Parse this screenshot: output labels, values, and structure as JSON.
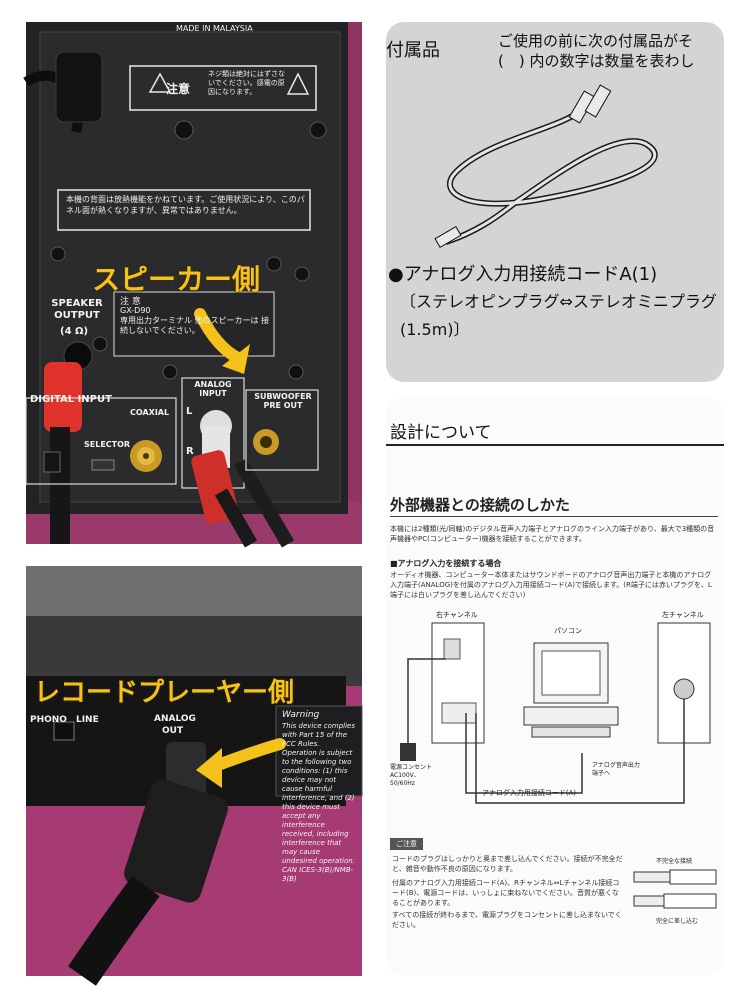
{
  "photo_speaker": {
    "made_in": "MADE IN MALAYSIA",
    "caution_label": "注意",
    "caution_text": "ネジ類は絶対にはずさないでください。感電の原因になります。",
    "heat_notice": "本機の背面は放熱機能をかねています。ご使用状況により、このパネル面が熱くなりますが、異常ではありません。",
    "overlay_label": "スピーカー側",
    "speaker_output": "SPEAKER OUTPUT",
    "impedance": "(4 Ω)",
    "notice_title": "注 意",
    "notice_model": "GX-D90",
    "notice_text": "専用出力ターミナル 他のスピーカーは 接続しないでください。",
    "digital_input": "DIGITAL INPUT",
    "coaxial": "COAXIAL",
    "selector": "SELECTOR",
    "analog_input": "ANALOG INPUT",
    "ch_left": "L",
    "ch_right": "R",
    "subwoofer": "SUBWOOFER PRE OUT"
  },
  "manual_accessories": {
    "heading_cut": "付属品",
    "intro_line1": "ご使用の前に次の付属品がそ",
    "intro_line2": "(　) 内の数字は数量を表わし",
    "item_name": "●アナログ入力用接続コードA(1)",
    "item_detail": "〔ステレオピンプラグ⇔ステレオミニプラグ",
    "item_length": "(1.5m)〕"
  },
  "manual_page": {
    "cut_heading": "設計について",
    "title": "外部機器との接続のしかた",
    "intro": "本機には2種類(光/同軸)のデジタル音声入力端子とアナログのライン入力端子があり、最大で3種類の音声機器やPC(コンピューター)機器を接続することができます。",
    "subheading": "■アナログ入力を接続する場合",
    "sub_text": "オーディオ機器、コンピューター本体またはサウンドボードのアナログ音声出力端子と本機のアナログ入力端子(ANALOG)を付属のアナログ入力用接続コード(A)で接続します。(R端子には赤いプラグを、L端子には白いプラグを差し込んでください)",
    "right_channel": "右チャンネル",
    "pc_label": "パソコン",
    "left_channel": "左チャンネル",
    "audio_out": "アナログ音声出力端子へ",
    "outlet": "電源コンセント AC100V、50/60Hz",
    "cord_label": "アナログ入力用接続コード(A)",
    "caution_title": "ご注意",
    "notes": [
      "コードのプラグはしっかりと奥まで差し込んでください。接続が不完全だと、雑音や動作不良の原因になります。",
      "付属のアナログ入力用接続コード(A)、Rチャンネル⇔Lチャンネル接続コード(B)、電源コードは、いっしょに束ねないでください。音質が悪くなることがあります。",
      "すべての接続が終わるまで、電源プラグをコンセントに差し込まないでください。"
    ],
    "incomplete": "不完全な接続",
    "complete": "完全に差し込む"
  },
  "photo_turntable": {
    "overlay_label": "レコードプレーヤー側",
    "phono_line": "PHONO　LINE",
    "analog_out_1": "ANALOG",
    "analog_out_2": "OUT",
    "warning_title": "Warning",
    "warning_text": "This device complies with Part 15 of the FCC Rules. Operation is subject to the following two conditions: (1) this device may not cause harmful interference, and (2) this device must accept any interference received, including interference that may cause undesired operation. CAN ICES-3(B)/NMB-3(B)"
  },
  "colors": {
    "overlay_yellow": "#f5c21c",
    "rca_red": "#e0332c",
    "rca_white": "#eeeeee",
    "carpet": "#a63a72"
  }
}
